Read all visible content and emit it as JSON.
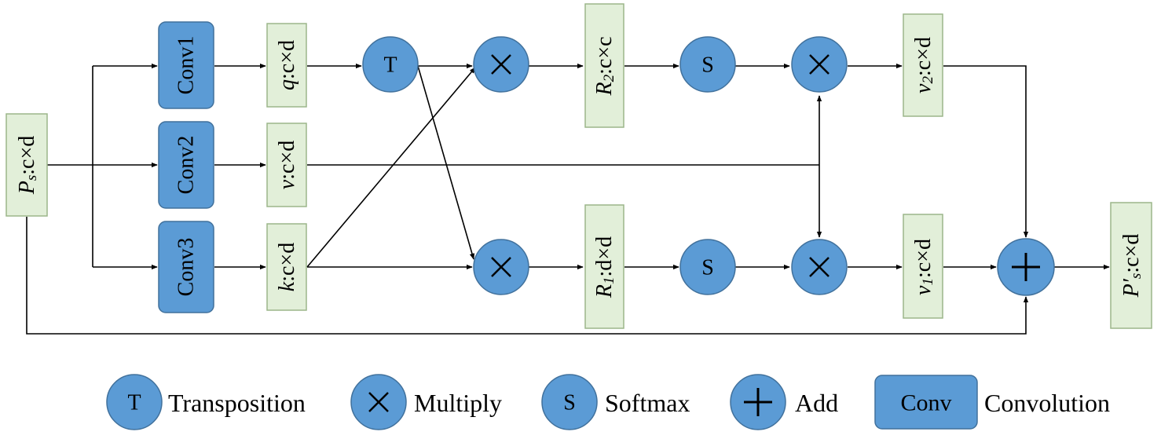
{
  "convs": [
    {
      "id": "conv1",
      "label": "Conv1"
    },
    {
      "id": "conv2",
      "label": "Conv2"
    },
    {
      "id": "conv3",
      "label": "Conv3"
    }
  ],
  "features": {
    "ps": {
      "var": "P",
      "sub": "s",
      "dims": ":c×d"
    },
    "q": {
      "var": "q",
      "sub": "",
      "dims": ":c×d"
    },
    "v": {
      "var": "v",
      "sub": "",
      "dims": ":c×d"
    },
    "k": {
      "var": "k",
      "sub": "",
      "dims": ":c×d"
    },
    "r2": {
      "var": "R",
      "sub": "2",
      "dims": ":c×c"
    },
    "r1": {
      "var": "R",
      "sub": "1",
      "dims": ":d×d"
    },
    "v2": {
      "var": "v",
      "sub": "2",
      "dims": ":c×d"
    },
    "v1": {
      "var": "v",
      "sub": "1",
      "dims": ":c×d"
    },
    "pout": {
      "var": "P′",
      "sub": "s",
      "dims": ":c×d"
    }
  },
  "ops": {
    "transpose": "T",
    "softmax_top": "S",
    "softmax_bottom": "S"
  },
  "legend": {
    "transposition": {
      "symbol": "T",
      "label": "Transposition"
    },
    "multiply": {
      "label": "Multiply"
    },
    "softmax": {
      "symbol": "S",
      "label": "Softmax"
    },
    "add": {
      "label": "Add"
    },
    "convolution": {
      "symbol": "Conv",
      "label": "Convolution"
    }
  },
  "colors": {
    "conv_fill": "#5b9bd5",
    "feature_fill": "#e2efd9",
    "operator_fill": "#5b9bd5"
  }
}
